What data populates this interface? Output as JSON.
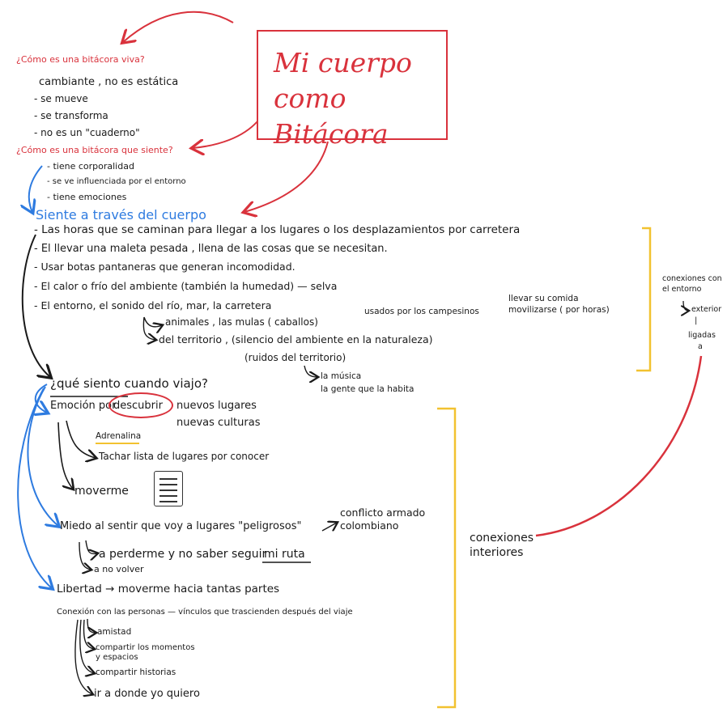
{
  "title": "Mi cuerpo como Bitácora",
  "q1": {
    "question": "¿Cómo es una bitácora viva?",
    "items": [
      "cambiante , no es estática",
      "- se mueve",
      "- se transforma",
      "- no es un \"cuaderno\""
    ]
  },
  "q2": {
    "question": "¿Cómo es una bitácora que siente?",
    "items": [
      "- tiene corporalidad",
      "- se ve influenciada por el entorno",
      "- tiene emociones"
    ]
  },
  "s3": {
    "heading": "Siente a través del cuerpo",
    "items": [
      "- Las horas que se caminan para llegar a los lugares o los desplazamientos por carretera",
      "- El llevar una maleta pesada , llena de las cosas que se necesitan.",
      "- Usar botas pantaneras que generan incomodidad.",
      "- El calor o frío del ambiente (también la humedad) — selva",
      "- El entorno, el sonido del río, mar, la carretera"
    ],
    "animales": "animales , las mulas ( caballos)",
    "usados": "usados por los campesinos",
    "llevar": "llevar su comida",
    "movilizarse": "movilizarse ( por horas)",
    "territorio": "del territorio , (silencio del ambiente en la naturaleza)",
    "ruidos": "(ruidos del territorio)",
    "musica": "la música",
    "gente": "la gente que la habita"
  },
  "right_note": {
    "line1": "conexiones con",
    "line2": "el entorno",
    "exterior": "exterior",
    "bar": "|",
    "ligadas": "ligadas",
    "a": "a"
  },
  "s4": {
    "question": "¿qué siento cuando viajo?",
    "emocion": "Emoción por",
    "descubrir": "descubrir",
    "nuevos_lugares": "nuevos lugares",
    "nuevas_culturas": "nuevas culturas",
    "adrenalina": "Adrenalina",
    "tachar": "Tachar lista de lugares por conocer",
    "moverme": "moverme",
    "miedo": "Miedo al sentir que voy a lugares \"peligrosos\"",
    "conflicto1": "conflicto armado",
    "conflicto2": "colombiano",
    "perderme": "a perderme y no saber seguir",
    "mi_ruta": "mi ruta",
    "no_volver": "a no volver",
    "libertad": "Libertad → moverme hacia tantas partes",
    "conexion": "Conexión con las personas — vínculos que trascienden después del viaje",
    "amistad": "amistad",
    "compartir1": "compartir los momentos",
    "compartir1b": "y espacios",
    "compartir2": "compartir historias",
    "ir": "ir a donde yo quiero"
  },
  "interiores": {
    "line1": "conexiones",
    "line2": "interiores"
  },
  "colors": {
    "red": "#d9323c",
    "blue": "#2e7be0",
    "yellow": "#f2c230",
    "ink": "#1a1a1a"
  }
}
